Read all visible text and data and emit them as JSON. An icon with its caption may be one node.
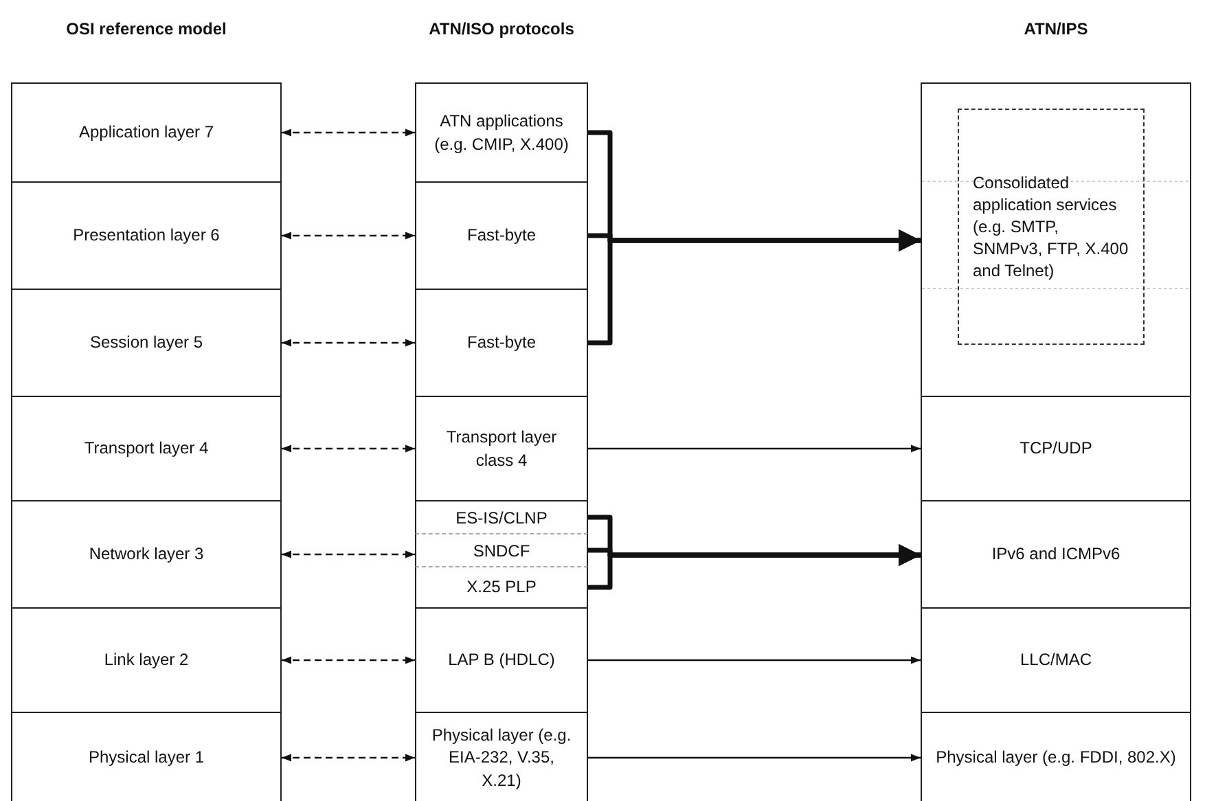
{
  "diagram": {
    "nodes": [
      {
        "text": [
          "Application layer 7"
        ]
      },
      {
        "text": [
          "Presentation layer 6"
        ]
      },
      {
        "text": [
          "Session layer 5"
        ]
      },
      {
        "text": [
          "Transport layer 4"
        ]
      },
      {
        "text": [
          "Network layer 3"
        ]
      },
      {
        "text": [
          "Link layer 2"
        ]
      },
      {
        "text": [
          "Physical layer 1"
        ]
      },
      {
        "text": [
          "ATN applications (e.g. CMIP, X.400)"
        ]
      },
      {
        "text": [
          "Fast-byte"
        ]
      },
      {
        "text": [
          "Fast-byte"
        ]
      },
      {
        "text": [
          "Transport layer class 4"
        ]
      },
      {
        "text": [
          "ES-IS/CLNP"
        ]
      },
      {
        "text": [
          "SNDCF"
        ]
      },
      {
        "text": [
          "X.25 PLP"
        ]
      },
      {
        "text": [
          "LAP B (HDLC)"
        ]
      },
      {
        "text": [
          "Physical layer (e.g. EIA-232, V.35, X.21)"
        ]
      },
      {
        "text": [],
        "shape": "box"
      },
      {
        "text": [
          "Consolidated application services (e.g. SMTP, SNMPv3, FTP, X.400 and Telnet)"
        ],
        "in": 16
      },
      {
        "text": [
          "TCP/UDP"
        ]
      },
      {
        "text": [
          "IPv6 and ICMPv6"
        ]
      },
      {
        "text": [
          "LLC/MAC"
        ]
      },
      {
        "text": [
          "Physical layer (e.g. FDDI, 802.X)"
        ]
      }
    ],
    "edges": [
      {
        "from": 0,
        "to": 7,
        "arrow": "both",
        "style": "dashed"
      },
      {
        "from": 1,
        "to": 8,
        "arrow": "both",
        "style": "dashed"
      },
      {
        "from": 2,
        "to": 9,
        "arrow": "both",
        "style": "dashed"
      },
      {
        "from": 3,
        "to": 10,
        "arrow": "both",
        "style": "dashed"
      },
      {
        "from": 4,
        "to": 12,
        "arrow": "both",
        "style": "dashed"
      },
      {
        "from": 5,
        "to": 14,
        "arrow": "both",
        "style": "dashed"
      },
      {
        "from": 6,
        "to": 15,
        "arrow": "both",
        "style": "dashed"
      },
      {
        "from": 7,
        "to": 16,
        "arrow": "to",
        "style": "thick"
      },
      {
        "from": 8,
        "to": 16,
        "arrow": "to",
        "style": "thick"
      },
      {
        "from": 9,
        "to": 16,
        "arrow": "to",
        "style": "thick"
      },
      {
        "from": 10,
        "to": 18,
        "arrow": "to"
      },
      {
        "from": 11,
        "to": 19,
        "arrow": "to",
        "style": "thick"
      },
      {
        "from": 12,
        "to": 19,
        "arrow": "to",
        "style": "thick"
      },
      {
        "from": 13,
        "to": 19,
        "arrow": "to",
        "style": "thick"
      },
      {
        "from": 14,
        "to": 20,
        "arrow": "to"
      },
      {
        "from": 15,
        "to": 21,
        "arrow": "to"
      }
    ],
    "labels": [
      "OSI reference model",
      "ATN/ISO protocols",
      "ATN/IPS"
    ]
  }
}
